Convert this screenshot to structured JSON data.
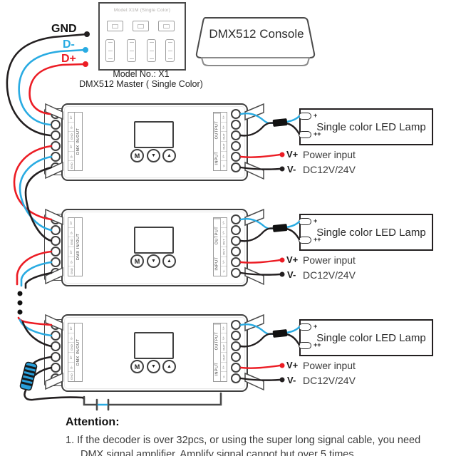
{
  "header": {
    "bus": {
      "gnd": "GND",
      "dminus": "D-",
      "dplus": "D+"
    },
    "master": {
      "panel_title": "Model:X1M (Single Color)",
      "model_line": "Model No.: X1",
      "type_line": "DMX512 Master ( Single Color)"
    },
    "console": {
      "label": "DMX512 Console"
    }
  },
  "decoder": {
    "left_strip": "DMX IN/OUT",
    "left_terminals": [
      "D+",
      "D-",
      "GND",
      "D+",
      "D-",
      "GND"
    ],
    "output_label": "OUTPUT",
    "input_label": "INPUT",
    "right_terminals": [
      "V+",
      "V+",
      "OUT",
      "OUT",
      "V+",
      "V-"
    ],
    "buttons": [
      "M",
      "▼",
      "▲"
    ]
  },
  "lamp": {
    "label": "Single color LED Lamp",
    "terminal_top": "+",
    "terminal_bottom": "++"
  },
  "power": {
    "vplus": "V+",
    "vminus": "V-",
    "line1": "Power input",
    "line2": "DC12V/24V"
  },
  "attention": {
    "heading": "Attention:",
    "item1": "1. If the decoder is over 32pcs, or using the super long signal cable, you need",
    "item1_cont": "DMX signal amplifier, Amplify signal cannot but over 5 times."
  },
  "colors": {
    "red": "#ec1c24",
    "blue": "#29abe2",
    "black": "#231f20"
  }
}
